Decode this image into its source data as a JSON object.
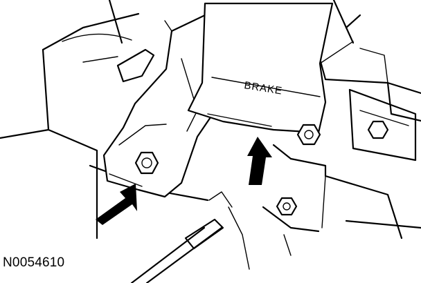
{
  "diagram": {
    "part_label": "BRAKE",
    "figure_id": "N0054610",
    "arrow_count": 2,
    "icons": [
      "callout-arrow",
      "hex-bolt"
    ]
  }
}
